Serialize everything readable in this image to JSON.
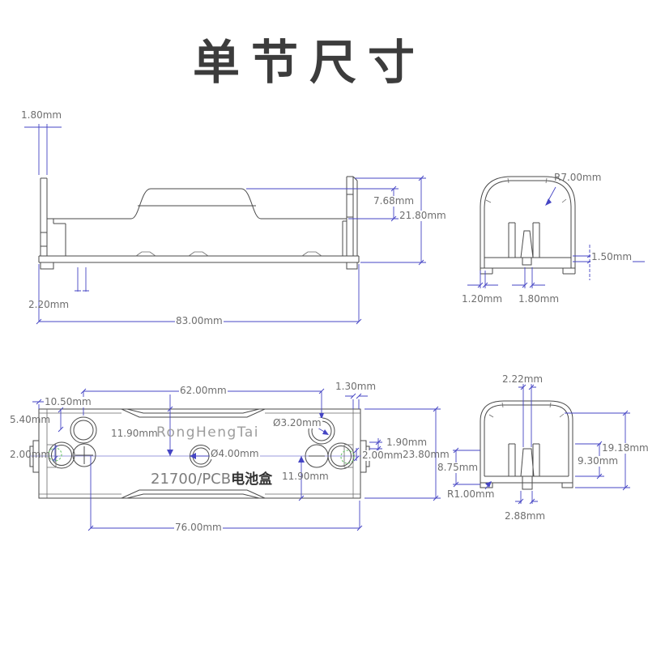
{
  "title": "单节尺寸",
  "product": {
    "brand": "RongHengTai",
    "model": "21700/PCB",
    "model_suffix": "电池盒"
  },
  "colors": {
    "outline": "#4a4a4a",
    "dimension": "#4545c4",
    "dim_text": "#6e6e6e",
    "highlight_green": "#77c877"
  },
  "views": {
    "front": {
      "dims": {
        "wall_top": "1.80mm",
        "step_height": "7.68mm",
        "total_height": "21.80mm",
        "base_lip": "2.20mm",
        "total_length": "83.00mm"
      }
    },
    "side_top": {
      "dims": {
        "corner_radius": "R7.00mm",
        "base_lip": "1.50mm",
        "wall": "1.20mm",
        "slot": "1.80mm"
      }
    },
    "top": {
      "dims": {
        "hole_offset": "10.50mm",
        "hole_span": "62.00mm",
        "rim": "1.30mm",
        "edge": "5.40mm",
        "clip_left": "2.00mm",
        "upper_half": "11.90mm",
        "hole_small": "Ø3.20mm",
        "hole_center": "Ø4.00mm",
        "clip_gap": "1.90mm",
        "clip_right": "2.00mm",
        "depth": "23.80mm",
        "lower_half": "11.90mm",
        "body_length": "76.00mm"
      }
    },
    "side_bottom": {
      "dims": {
        "tab_width_top": "2.22mm",
        "inner_height": "19.18mm",
        "prong_height": "9.30mm",
        "base_height": "8.75mm",
        "corner_radius": "R1.00mm",
        "tab_width_bottom": "2.88mm"
      }
    }
  }
}
